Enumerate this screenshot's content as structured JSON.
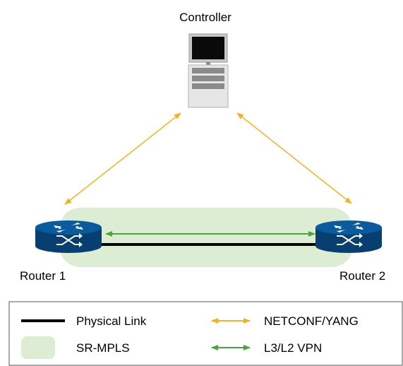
{
  "nodes": {
    "controller": {
      "label": "Controller",
      "icon": "server-computer-icon"
    },
    "router1": {
      "label": "Router 1",
      "icon": "router-icon"
    },
    "router2": {
      "label": "Router 2",
      "icon": "router-icon"
    }
  },
  "links": [
    {
      "from": "controller",
      "to": "router1",
      "type": "NETCONF/YANG"
    },
    {
      "from": "controller",
      "to": "router2",
      "type": "NETCONF/YANG"
    },
    {
      "from": "router1",
      "to": "router2",
      "type": "Physical Link"
    },
    {
      "from": "router1",
      "to": "router2",
      "type": "L3/L2 VPN"
    },
    {
      "from": "router1",
      "to": "router2",
      "type": "SR-MPLS"
    }
  ],
  "legend": {
    "physical_link": "Physical Link",
    "sr_mpls": "SR-MPLS",
    "netconf_yang": "NETCONF/YANG",
    "l3l2_vpn": "L3/L2 VPN"
  },
  "colors": {
    "netconf_arrow": "#f5b21c",
    "vpn_arrow": "#4aa53a",
    "sr_mpls_fill": "#dcedd3",
    "router_blue": "#0a5a9e",
    "physical_link": "#000000"
  }
}
